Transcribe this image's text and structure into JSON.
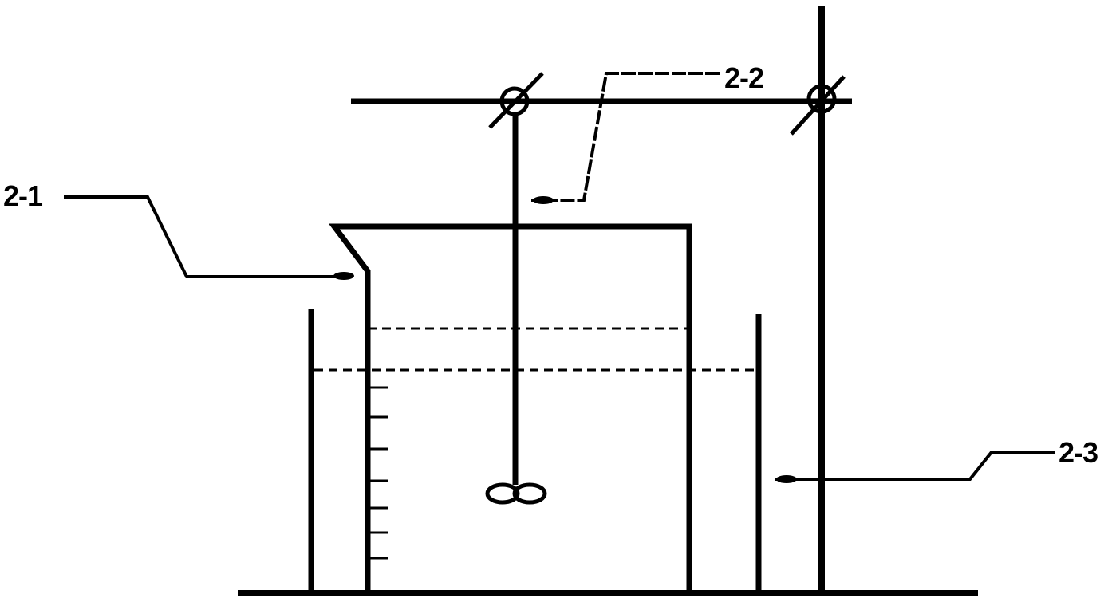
{
  "labels": {
    "beaker": "2-1",
    "stirrer": "2-2",
    "water_bath": "2-3"
  },
  "colors": {
    "line": "#000000",
    "background": "#ffffff"
  }
}
